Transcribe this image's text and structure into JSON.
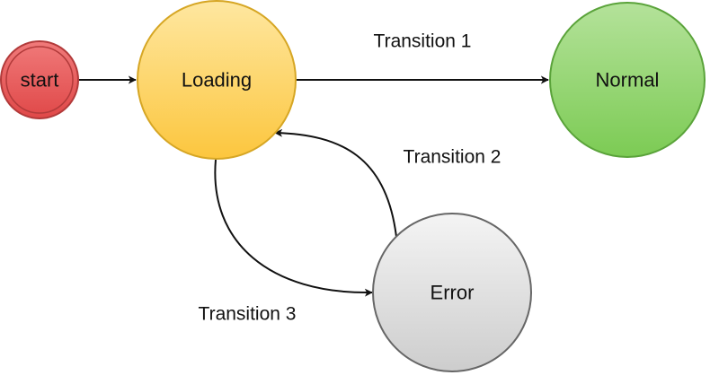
{
  "nodes": {
    "start": {
      "label": "start",
      "fill": "#e65a5a",
      "stroke": "#b23a3a"
    },
    "loading": {
      "label": "Loading",
      "fill": "#fed663",
      "stroke": "#d6a624"
    },
    "normal": {
      "label": "Normal",
      "fill": "#8ed068",
      "stroke": "#5aa33a"
    },
    "error": {
      "label": "Error",
      "fill": "#dedede",
      "stroke": "#666666"
    }
  },
  "edges": {
    "start_to_loading": {
      "from": "start",
      "to": "loading",
      "label": ""
    },
    "transition_1": {
      "from": "loading",
      "to": "normal",
      "label": "Transition 1"
    },
    "transition_2": {
      "from": "error",
      "to": "loading",
      "label": "Transition 2"
    },
    "transition_3": {
      "from": "loading",
      "to": "error",
      "label": "Transition 3"
    }
  },
  "colors": {
    "arrow": "#111111",
    "background": "#ffffff"
  }
}
